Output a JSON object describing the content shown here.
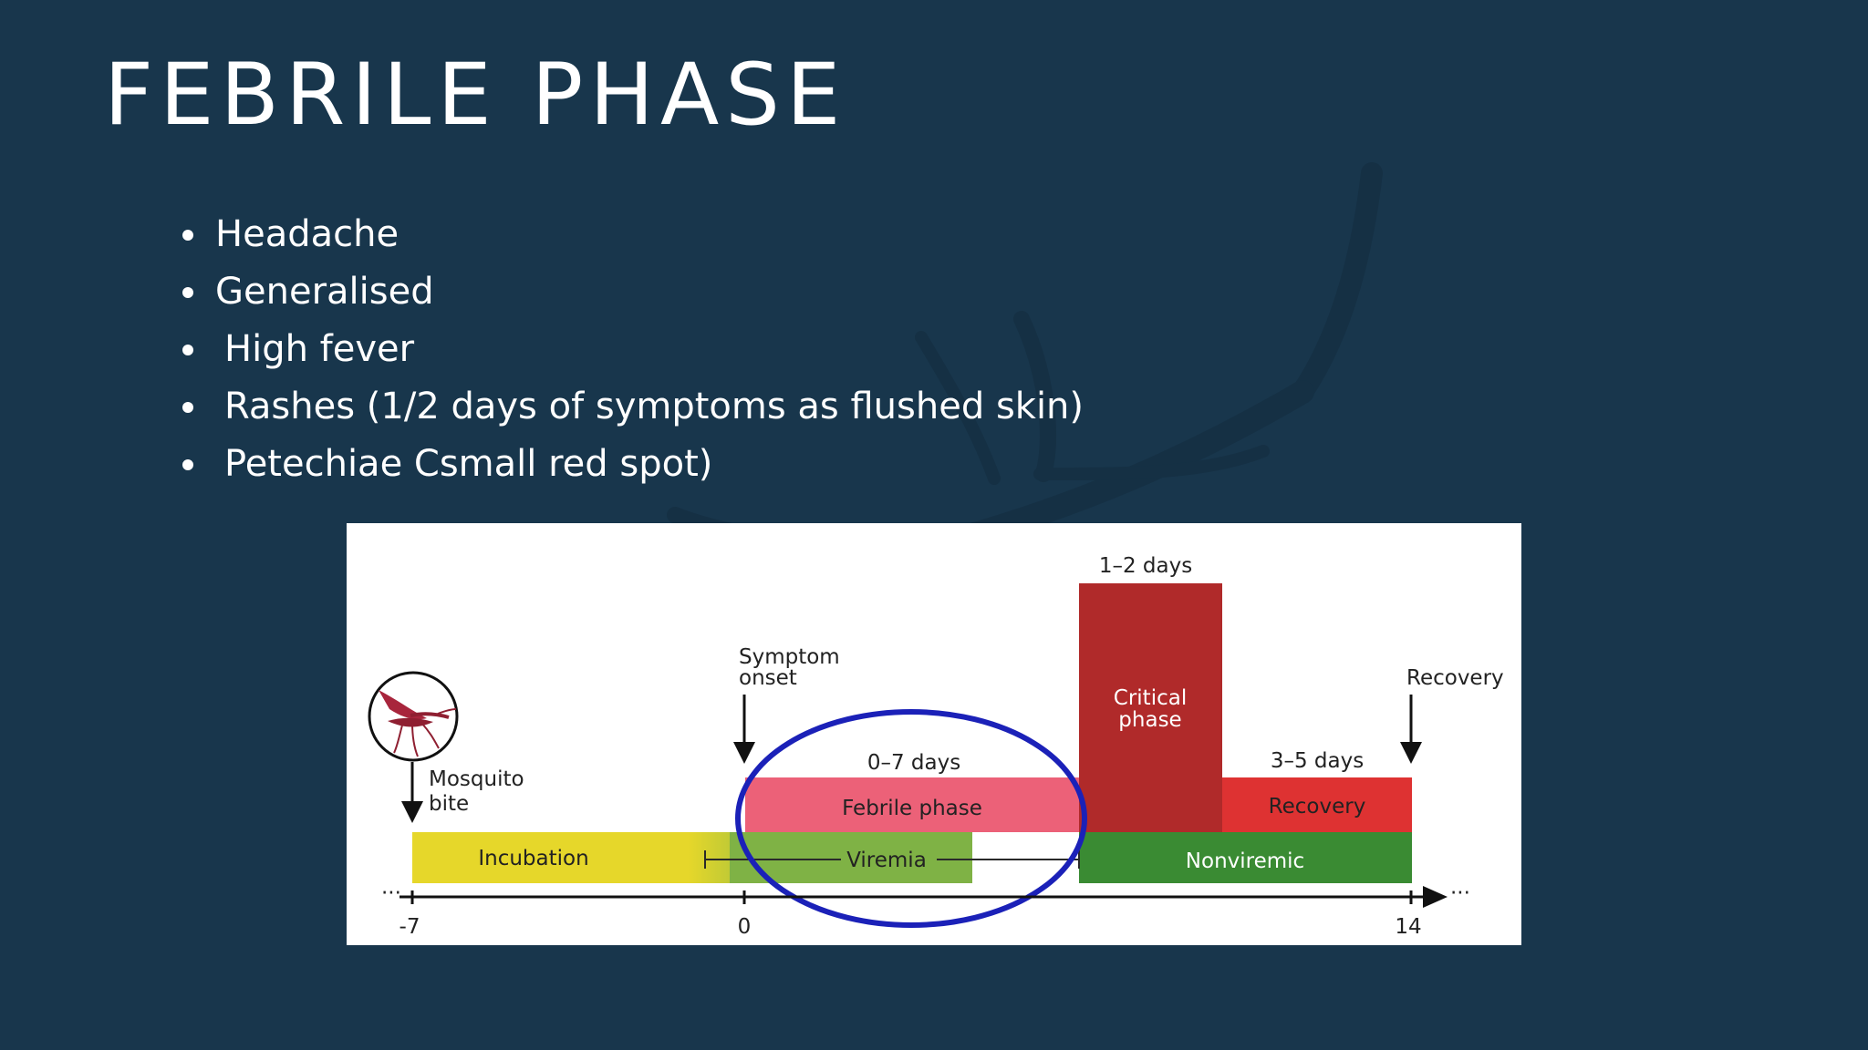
{
  "title": "FEBRILE PHASE",
  "bullets": [
    "Headache",
    "Generalised",
    "High fever",
    "Rashes (1/2 days of symptoms as flushed skin)",
    "Petechiae Csmall red spot)"
  ],
  "diagram": {
    "ticks": [
      "-7",
      "0",
      "14"
    ],
    "ellipsis_left": "···",
    "ellipsis_right": "···",
    "events": {
      "mosquito_bite": [
        "Mosquito",
        "bite"
      ],
      "symptom_onset": [
        "Symptom",
        "onset"
      ],
      "recovery": "Recovery"
    },
    "durations": {
      "febrile": "0–7 days",
      "critical": "1–2 days",
      "recovery": "3–5 days"
    },
    "phases": {
      "incubation": "Incubation",
      "viremia": "Viremia",
      "febrile": "Febrile phase",
      "critical": [
        "Critical",
        "phase"
      ],
      "recovery": "Recovery",
      "nonviremic": "Nonviremic"
    },
    "colors": {
      "background": "#18364c",
      "incubation": "#e6d72a",
      "viremia": "#7fb245",
      "febrile": "#ec6178",
      "critical": "#b02a2a",
      "recovery": "#de3232",
      "nonviremic": "#3a8b33",
      "highlight": "#1b21b8",
      "mosquito": "#a8253c"
    }
  }
}
